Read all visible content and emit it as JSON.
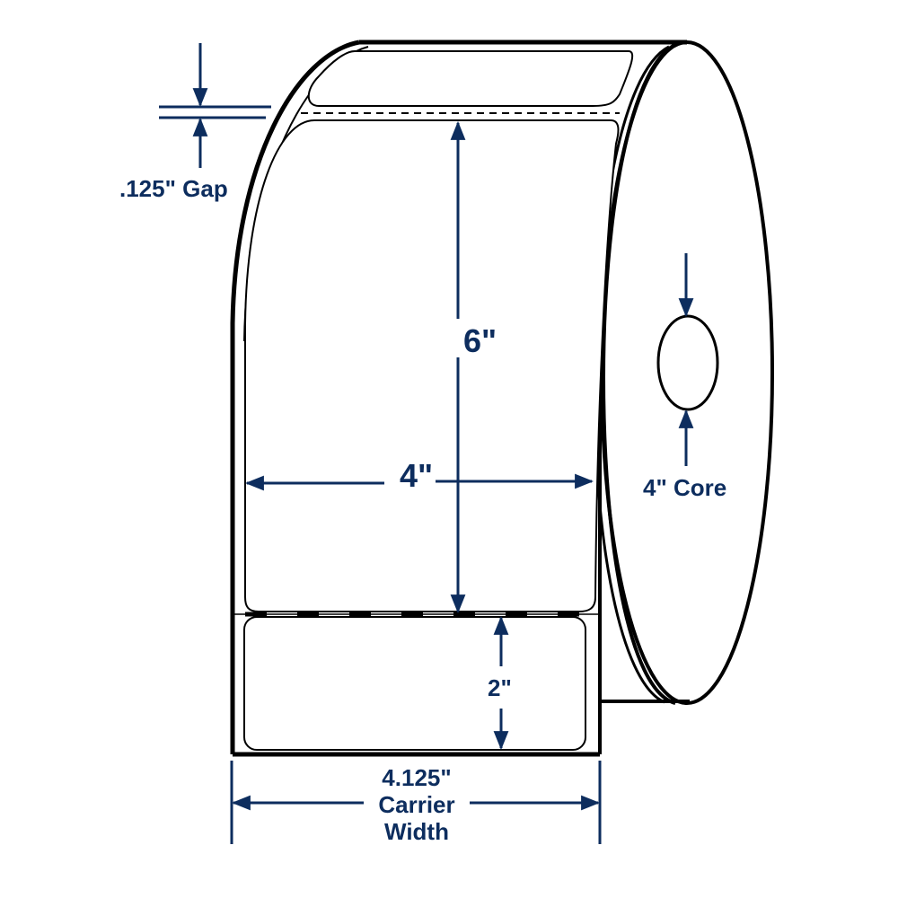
{
  "diagram": {
    "type": "label-roll-dimension-drawing",
    "colors": {
      "dimension": "#0d2d5e",
      "outline": "#000000",
      "background": "#ffffff"
    },
    "dimensions": {
      "gap": {
        "label": ".125\" Gap",
        "value": 0.125,
        "unit": "in"
      },
      "label_height": {
        "label": "6\"",
        "value": 6,
        "unit": "in"
      },
      "label_width": {
        "label": "4\"",
        "value": 4,
        "unit": "in"
      },
      "core": {
        "label": "4\" Core",
        "value": 4,
        "unit": "in"
      },
      "partial_label_height": {
        "label": "2\"",
        "value": 2,
        "unit": "in"
      },
      "carrier_width": {
        "line1": "4.125\"",
        "line2": "Carrier",
        "line3": "Width",
        "value": 4.125,
        "unit": "in"
      }
    }
  }
}
